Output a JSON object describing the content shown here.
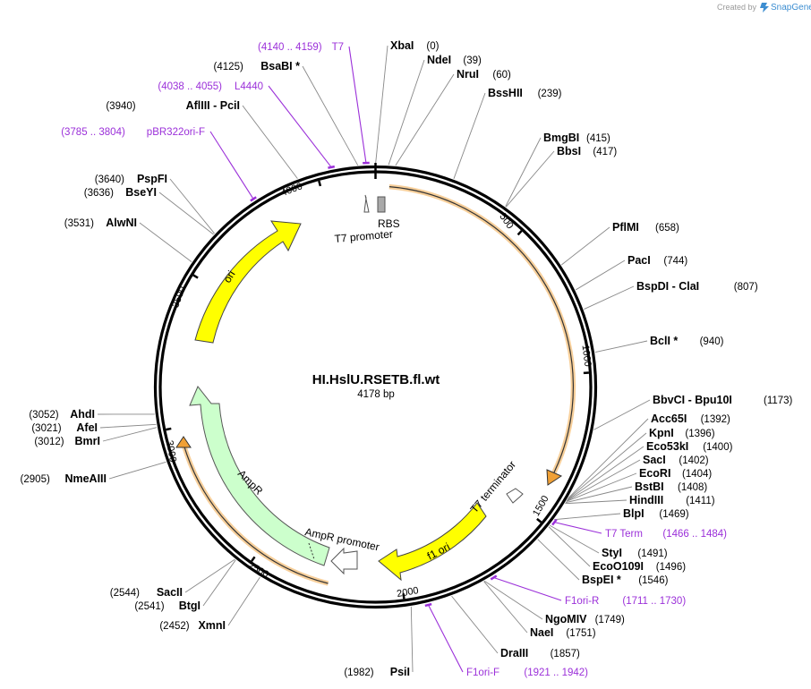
{
  "credit": {
    "prefix": "Created by",
    "brand": "SnapGene"
  },
  "plasmid": {
    "name": "HI.HslU.RSETB.fl.wt",
    "length_label": "4178 bp",
    "length_bp": 4178
  },
  "ruler": [
    {
      "bp": 500,
      "label": "500"
    },
    {
      "bp": 1000,
      "label": "1000"
    },
    {
      "bp": 1500,
      "label": "1500"
    },
    {
      "bp": 2000,
      "label": "2000"
    },
    {
      "bp": 2500,
      "label": "2500"
    },
    {
      "bp": 3000,
      "label": "3000"
    },
    {
      "bp": 3500,
      "label": "3500"
    },
    {
      "bp": 4000,
      "label": "4000"
    }
  ],
  "sites": [
    {
      "name": "XbaI",
      "pos": "(0)",
      "bp": 0,
      "side": "right"
    },
    {
      "name": "NdeI",
      "pos": "(39)",
      "bp": 39,
      "side": "right"
    },
    {
      "name": "NruI",
      "pos": "(60)",
      "bp": 60,
      "side": "right"
    },
    {
      "name": "BssHII",
      "pos": "(239)",
      "bp": 239,
      "side": "right"
    },
    {
      "name": "BmgBI",
      "pos": "(415)",
      "bp": 415,
      "side": "right"
    },
    {
      "name": "BbsI",
      "pos": "(417)",
      "bp": 417,
      "side": "right"
    },
    {
      "name": "PflMI",
      "pos": "(658)",
      "bp": 658,
      "side": "right"
    },
    {
      "name": "PacI",
      "pos": "(744)",
      "bp": 744,
      "side": "right"
    },
    {
      "name": "BspDI  - ClaI",
      "pos": "(807)",
      "bp": 807,
      "side": "right"
    },
    {
      "name": "BclI *",
      "pos": "(940)",
      "bp": 940,
      "side": "right"
    },
    {
      "name": "BbvCI  - Bpu10I",
      "pos": "(1173)",
      "bp": 1173,
      "side": "right"
    },
    {
      "name": "Acc65I",
      "pos": "(1392)",
      "bp": 1392,
      "side": "right"
    },
    {
      "name": "KpnI",
      "pos": "(1396)",
      "bp": 1396,
      "side": "right"
    },
    {
      "name": "Eco53kI",
      "pos": "(1400)",
      "bp": 1400,
      "side": "right"
    },
    {
      "name": "SacI",
      "pos": "(1402)",
      "bp": 1402,
      "side": "right"
    },
    {
      "name": "EcoRI",
      "pos": "(1404)",
      "bp": 1404,
      "side": "right"
    },
    {
      "name": "BstBI",
      "pos": "(1408)",
      "bp": 1408,
      "side": "right"
    },
    {
      "name": "HindIII",
      "pos": "(1411)",
      "bp": 1411,
      "side": "right"
    },
    {
      "name": "BlpI",
      "pos": "(1469)",
      "bp": 1469,
      "side": "right"
    },
    {
      "name": "StyI",
      "pos": "(1491)",
      "bp": 1491,
      "side": "right"
    },
    {
      "name": "EcoO109I",
      "pos": "(1496)",
      "bp": 1496,
      "side": "right"
    },
    {
      "name": "BspEI *",
      "pos": "(1546)",
      "bp": 1546,
      "side": "right"
    },
    {
      "name": "NgoMIV",
      "pos": "(1749)",
      "bp": 1749,
      "side": "right"
    },
    {
      "name": "NaeI",
      "pos": "(1751)",
      "bp": 1751,
      "side": "right"
    },
    {
      "name": "DraIII",
      "pos": "(1857)",
      "bp": 1857,
      "side": "right"
    },
    {
      "name": "PsiI",
      "pos": "(1982)",
      "bp": 1982,
      "side": "left"
    },
    {
      "name": "XmnI",
      "pos": "(2452)",
      "bp": 2452,
      "side": "left"
    },
    {
      "name": "BtgI",
      "pos": "(2541)",
      "bp": 2541,
      "side": "left"
    },
    {
      "name": "SacII",
      "pos": "(2544)",
      "bp": 2544,
      "side": "left"
    },
    {
      "name": "NmeAIII",
      "pos": "(2905)",
      "bp": 2905,
      "side": "left"
    },
    {
      "name": "BmrI",
      "pos": "(3012)",
      "bp": 3012,
      "side": "left"
    },
    {
      "name": "AfeI",
      "pos": "(3021)",
      "bp": 3021,
      "side": "left"
    },
    {
      "name": "AhdI",
      "pos": "(3052)",
      "bp": 3052,
      "side": "left"
    },
    {
      "name": "AlwNI",
      "pos": "(3531)",
      "bp": 3531,
      "side": "left"
    },
    {
      "name": "BseYI",
      "pos": "(3636)",
      "bp": 3636,
      "side": "left"
    },
    {
      "name": "PspFI",
      "pos": "(3640)",
      "bp": 3640,
      "side": "left"
    },
    {
      "name": "AflIII  - PciI",
      "pos": "(3940)",
      "bp": 3940,
      "side": "left"
    },
    {
      "name": "BsaBI *",
      "pos": "(4125)",
      "bp": 4125,
      "side": "left"
    }
  ],
  "primers": [
    {
      "name": "T7",
      "range": "(4140 .. 4159)",
      "bp": 4150,
      "side": "left"
    },
    {
      "name": "L4440",
      "range": "(4038 .. 4055)",
      "bp": 4046,
      "side": "left"
    },
    {
      "name": "pBR322ori-F",
      "range": "(3785 .. 3804)",
      "bp": 3795,
      "side": "left"
    },
    {
      "name": "T7 Term",
      "range": "(1466 .. 1484)",
      "bp": 1475,
      "side": "right"
    },
    {
      "name": "F1ori-R",
      "range": "(1711 .. 1730)",
      "bp": 1720,
      "side": "right"
    },
    {
      "name": "F1ori-F",
      "range": "(1921 .. 1942)",
      "bp": 1931,
      "side": "right"
    }
  ],
  "features": [
    {
      "name": "T7 promoter",
      "color": "#ffffff"
    },
    {
      "name": "RBS",
      "color": "#a9a9a9"
    },
    {
      "name": "T7 terminator",
      "color": "#ffffff"
    },
    {
      "name": "f1 ori",
      "color": "#ffff00"
    },
    {
      "name": "AmpR promoter",
      "color": "#ffffff"
    },
    {
      "name": "AmpR",
      "color": "#ccffcc"
    },
    {
      "name": "ori",
      "color": "#ffff00"
    }
  ],
  "colors": {
    "orf": "#f0a035",
    "primer": "#9b30d9",
    "backbone": "#000000",
    "leader": "#888888"
  }
}
